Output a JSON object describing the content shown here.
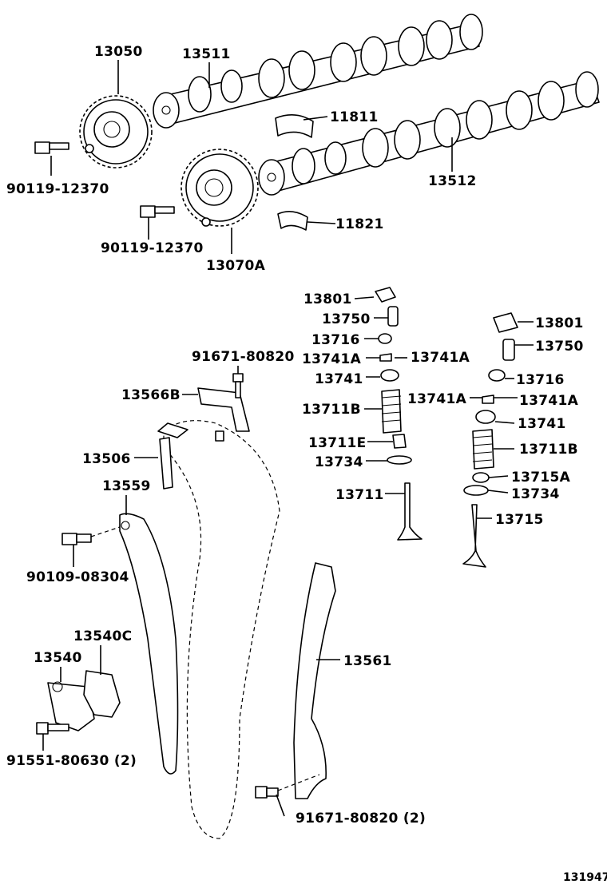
{
  "diagram_number": "131947",
  "labels": {
    "p13050": "13050",
    "p13511": "13511",
    "p11811": "11811",
    "p90119_a": "90119-12370",
    "p13512": "13512",
    "p11821": "11821",
    "p90119_b": "90119-12370",
    "p13070a": "13070A",
    "p13801_a": "13801",
    "p13750_a": "13750",
    "p13716_a": "13716",
    "p13741a_a1": "13741A",
    "p13741a_a2": "13741A",
    "p13741_a": "13741",
    "p13711b_a": "13711B",
    "p13711e": "13711E",
    "p13734_a": "13734",
    "p13711": "13711",
    "p13801_b": "13801",
    "p13750_b": "13750",
    "p13716_b": "13716",
    "p13741a_b1": "13741A",
    "p13741a_b2": "13741A",
    "p13741_b": "13741",
    "p13711b_b": "13711B",
    "p13715a": "13715A",
    "p13734_b": "13734",
    "p13715": "13715",
    "p91671_a": "91671-80820",
    "p13566b": "13566B",
    "p13506": "13506",
    "p13559": "13559",
    "p90109": "90109-08304",
    "p13540c": "13540C",
    "p13540": "13540",
    "p91551": "91551-80630 (2)",
    "p13561": "13561",
    "p91671_b": "91671-80820 (2)"
  }
}
